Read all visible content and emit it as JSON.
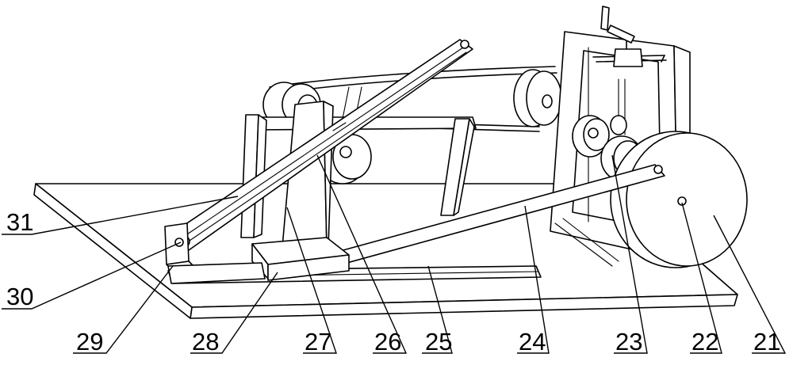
{
  "labels": [
    {
      "id": "21",
      "text": "21"
    },
    {
      "id": "22",
      "text": "22"
    },
    {
      "id": "23",
      "text": "23"
    },
    {
      "id": "24",
      "text": "24"
    },
    {
      "id": "25",
      "text": "25"
    },
    {
      "id": "26",
      "text": "26"
    },
    {
      "id": "27",
      "text": "27"
    },
    {
      "id": "28",
      "text": "28"
    },
    {
      "id": "29",
      "text": "29"
    },
    {
      "id": "30",
      "text": "30"
    },
    {
      "id": "31",
      "text": "31"
    }
  ]
}
